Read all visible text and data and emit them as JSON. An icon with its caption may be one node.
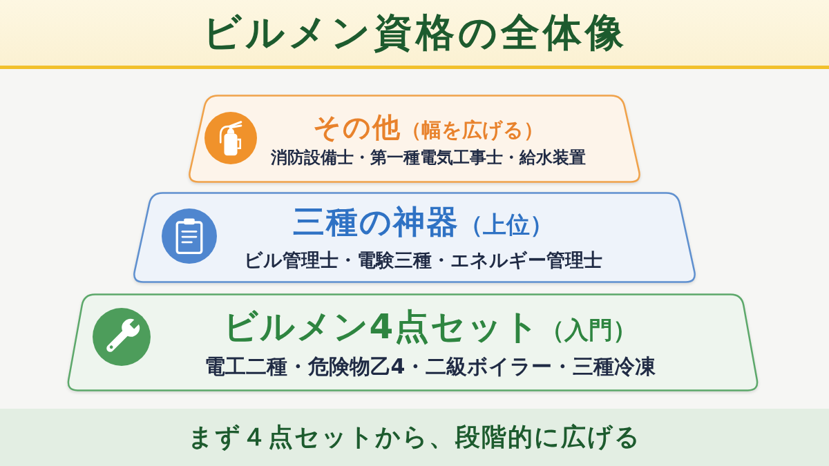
{
  "diagram": {
    "title": "ビルメン資格の全体像",
    "nodes": [
      {
        "text": [
          "その他",
          "（幅を広げる）",
          "消防設備士・第一種電気工事士・給水装置"
        ]
      },
      {
        "text": [
          "三種の神器",
          "（上位）",
          "ビル管理士・電験三種・エネルギー管理士"
        ]
      },
      {
        "text": [
          "ビルメン4点セット",
          "（入門）",
          "電工二種・危険物乙4・二級ボイラー・三種冷凍"
        ]
      }
    ],
    "caption": "まず４点セットから、段階的に広げる"
  }
}
